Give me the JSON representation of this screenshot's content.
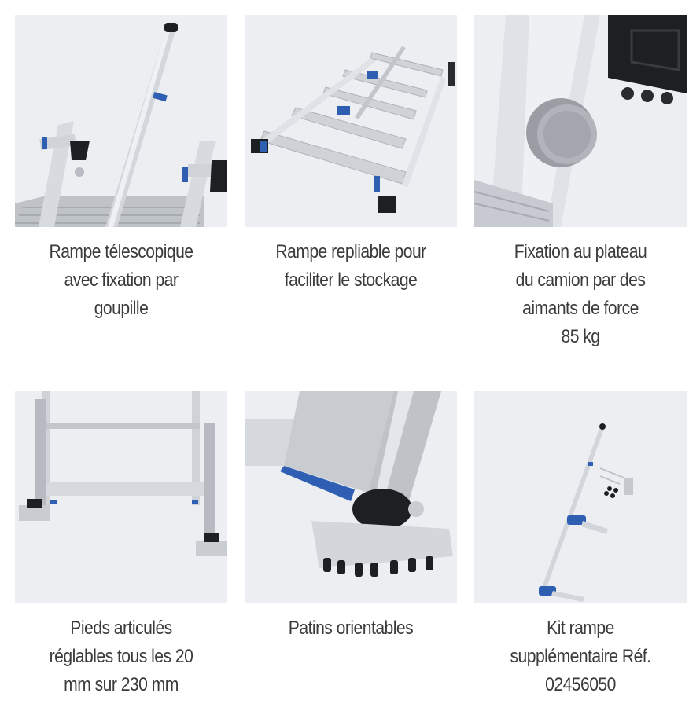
{
  "features": [
    {
      "icon": "telescopic-rail-image",
      "caption": "Rampe télescopique\navec fixation par\ngoupille"
    },
    {
      "icon": "foldable-rail-image",
      "caption": "Rampe repliable pour\nfaciliter le stockage"
    },
    {
      "icon": "magnet-fixation-image",
      "caption": "Fixation au plateau\ndu camion par des\naimants de force\n85 kg"
    },
    {
      "icon": "adjustable-feet-image",
      "caption": "Pieds articulés\nréglables tous les 20\nmm sur 230 mm"
    },
    {
      "icon": "swivel-pads-image",
      "caption": "Patins orientables"
    },
    {
      "icon": "extra-rail-kit-image",
      "caption": "Kit rampe\nsupplémentaire Réf.\n02456050"
    }
  ],
  "colors": {
    "background": "#ffffff",
    "thumb_bg": "#eceef2",
    "accent_blue": "#2f5fb3",
    "text": "#3b3b3b",
    "aluminium": "#c9ccd1",
    "rubber": "#1e1f22"
  }
}
